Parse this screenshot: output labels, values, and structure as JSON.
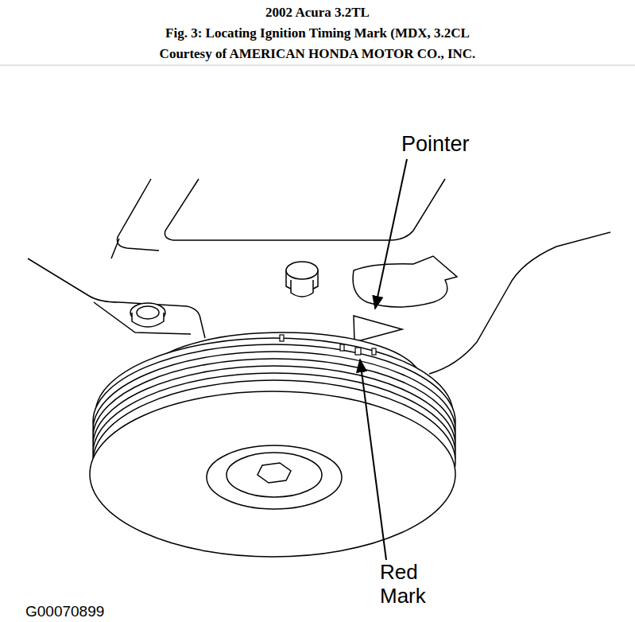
{
  "diagram": {
    "title": "2002 Acura 3.2TL",
    "labels": [
      "Fig. 3: Locating Ignition Timing Mark (MDX, 3.2CL",
      "Courtesy of AMERICAN HONDA MOTOR CO., INC.",
      "Pointer",
      "Red Mark",
      "G00070899"
    ]
  }
}
